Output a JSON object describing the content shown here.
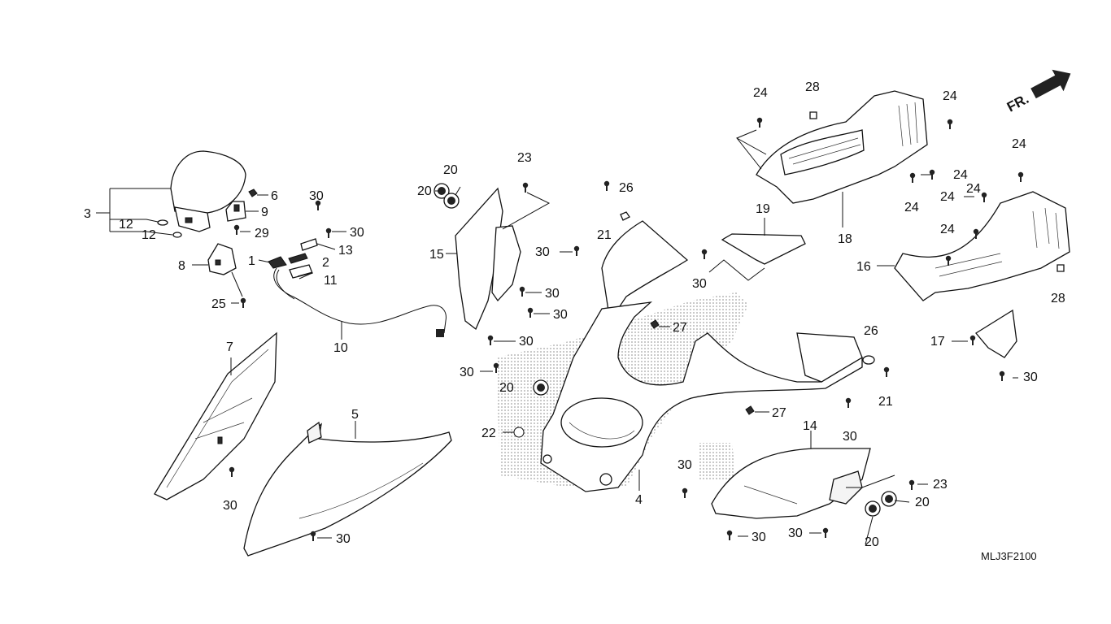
{
  "diagram": {
    "part_code": "MLJ3F2100",
    "front_indicator": {
      "label": "FR.",
      "icon": "arrow-icon"
    },
    "callouts": [
      {
        "id": "c3",
        "label": "3"
      },
      {
        "id": "c12a",
        "label": "12"
      },
      {
        "id": "c12b",
        "label": "12"
      },
      {
        "id": "c6",
        "label": "6"
      },
      {
        "id": "c9",
        "label": "9"
      },
      {
        "id": "c29",
        "label": "29"
      },
      {
        "id": "c8",
        "label": "8"
      },
      {
        "id": "c25",
        "label": "25"
      },
      {
        "id": "c30a",
        "label": "30"
      },
      {
        "id": "c30b",
        "label": "30"
      },
      {
        "id": "c13",
        "label": "13"
      },
      {
        "id": "c1",
        "label": "1"
      },
      {
        "id": "c2",
        "label": "2"
      },
      {
        "id": "c11",
        "label": "11"
      },
      {
        "id": "c10",
        "label": "10"
      },
      {
        "id": "c7",
        "label": "7"
      },
      {
        "id": "c30c",
        "label": "30"
      },
      {
        "id": "c5",
        "label": "5"
      },
      {
        "id": "c30d",
        "label": "30"
      },
      {
        "id": "c20a",
        "label": "20"
      },
      {
        "id": "c20b",
        "label": "20"
      },
      {
        "id": "c23a",
        "label": "23"
      },
      {
        "id": "c15",
        "label": "15"
      },
      {
        "id": "c30e",
        "label": "30"
      },
      {
        "id": "c30f",
        "label": "30"
      },
      {
        "id": "c30g",
        "label": "30"
      },
      {
        "id": "c30h",
        "label": "30"
      },
      {
        "id": "c30i",
        "label": "30"
      },
      {
        "id": "c26a",
        "label": "26"
      },
      {
        "id": "c21a",
        "label": "21"
      },
      {
        "id": "c27a",
        "label": "27"
      },
      {
        "id": "c20c",
        "label": "20"
      },
      {
        "id": "c22",
        "label": "22"
      },
      {
        "id": "c4",
        "label": "4"
      },
      {
        "id": "c27b",
        "label": "27"
      },
      {
        "id": "c30j",
        "label": "30"
      },
      {
        "id": "c26b",
        "label": "26"
      },
      {
        "id": "c21b",
        "label": "21"
      },
      {
        "id": "c19",
        "label": "19"
      },
      {
        "id": "c30k",
        "label": "30"
      },
      {
        "id": "c24a",
        "label": "24"
      },
      {
        "id": "c28a",
        "label": "28"
      },
      {
        "id": "c24b",
        "label": "24"
      },
      {
        "id": "c24c",
        "label": "24"
      },
      {
        "id": "c24d",
        "label": "24"
      },
      {
        "id": "c18",
        "label": "18"
      },
      {
        "id": "c24e",
        "label": "24"
      },
      {
        "id": "c24f",
        "label": "24"
      },
      {
        "id": "c24g",
        "label": "24"
      },
      {
        "id": "c24h",
        "label": "24"
      },
      {
        "id": "c16",
        "label": "16"
      },
      {
        "id": "c28b",
        "label": "28"
      },
      {
        "id": "c17",
        "label": "17"
      },
      {
        "id": "c30l",
        "label": "30"
      },
      {
        "id": "c14",
        "label": "14"
      },
      {
        "id": "c30m",
        "label": "30"
      },
      {
        "id": "c23b",
        "label": "23"
      },
      {
        "id": "c20d",
        "label": "20"
      },
      {
        "id": "c20e",
        "label": "20"
      },
      {
        "id": "c30n",
        "label": "30"
      },
      {
        "id": "c30o",
        "label": "30"
      }
    ]
  }
}
